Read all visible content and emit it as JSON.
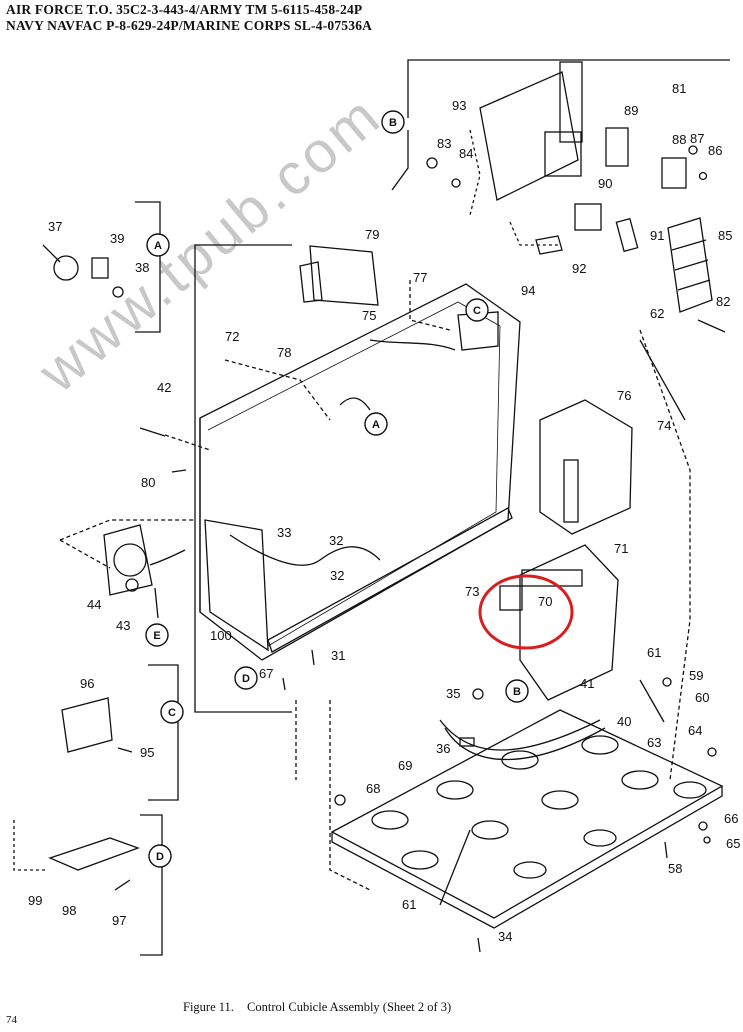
{
  "header": {
    "line1": "AIR FORCE T.O. 35C2-3-443-4/ARMY TM 5-6115-458-24P",
    "line2": "NAVY NAVFAC P-8-629-24P/MARINE CORPS SL-4-07536A"
  },
  "watermark": "www.tpub.com",
  "caption": {
    "figure": "Figure 11.",
    "title": "Control Cubicle Assembly (Sheet 2 of 3)"
  },
  "page_number": "74",
  "highlight_color": "#d81e1e",
  "callouts": [
    {
      "id": "c81",
      "label": "81"
    },
    {
      "id": "c93",
      "label": "93"
    },
    {
      "id": "c89",
      "label": "89"
    },
    {
      "id": "c88",
      "label": "88"
    },
    {
      "id": "c87",
      "label": "87"
    },
    {
      "id": "c86",
      "label": "86"
    },
    {
      "id": "c83",
      "label": "83"
    },
    {
      "id": "c84",
      "label": "84"
    },
    {
      "id": "c90",
      "label": "90"
    },
    {
      "id": "c91",
      "label": "91"
    },
    {
      "id": "c85",
      "label": "85"
    },
    {
      "id": "c92",
      "label": "92"
    },
    {
      "id": "c82",
      "label": "82"
    },
    {
      "id": "c37",
      "label": "37"
    },
    {
      "id": "c39",
      "label": "39"
    },
    {
      "id": "c38",
      "label": "38"
    },
    {
      "id": "c79",
      "label": "79"
    },
    {
      "id": "c77",
      "label": "77"
    },
    {
      "id": "c94",
      "label": "94"
    },
    {
      "id": "c75",
      "label": "75"
    },
    {
      "id": "c62",
      "label": "62"
    },
    {
      "id": "c72",
      "label": "72"
    },
    {
      "id": "c78",
      "label": "78"
    },
    {
      "id": "c42",
      "label": "42"
    },
    {
      "id": "c76",
      "label": "76"
    },
    {
      "id": "c74",
      "label": "74"
    },
    {
      "id": "c80",
      "label": "80"
    },
    {
      "id": "c33",
      "label": "33"
    },
    {
      "id": "c32a",
      "label": "32"
    },
    {
      "id": "c32b",
      "label": "32"
    },
    {
      "id": "c71",
      "label": "71"
    },
    {
      "id": "c73",
      "label": "73"
    },
    {
      "id": "c70",
      "label": "70"
    },
    {
      "id": "c44",
      "label": "44"
    },
    {
      "id": "c43",
      "label": "43"
    },
    {
      "id": "c100",
      "label": "100"
    },
    {
      "id": "c31",
      "label": "31"
    },
    {
      "id": "c67",
      "label": "67"
    },
    {
      "id": "c61a",
      "label": "61"
    },
    {
      "id": "c59",
      "label": "59"
    },
    {
      "id": "c60",
      "label": "60"
    },
    {
      "id": "c35",
      "label": "35"
    },
    {
      "id": "c41",
      "label": "41"
    },
    {
      "id": "c40",
      "label": "40"
    },
    {
      "id": "c96",
      "label": "96"
    },
    {
      "id": "c95",
      "label": "95"
    },
    {
      "id": "c36",
      "label": "36"
    },
    {
      "id": "c63",
      "label": "63"
    },
    {
      "id": "c64",
      "label": "64"
    },
    {
      "id": "c69",
      "label": "69"
    },
    {
      "id": "c68",
      "label": "68"
    },
    {
      "id": "c66",
      "label": "66"
    },
    {
      "id": "c65",
      "label": "65"
    },
    {
      "id": "c58",
      "label": "58"
    },
    {
      "id": "c99",
      "label": "99"
    },
    {
      "id": "c98",
      "label": "98"
    },
    {
      "id": "c97",
      "label": "97"
    },
    {
      "id": "c61b",
      "label": "61"
    },
    {
      "id": "c34",
      "label": "34"
    }
  ],
  "reference_bubbles": [
    {
      "id": "bB1",
      "label": "B"
    },
    {
      "id": "bA1",
      "label": "A"
    },
    {
      "id": "bC1",
      "label": "C"
    },
    {
      "id": "bA2",
      "label": "A"
    },
    {
      "id": "bE",
      "label": "E"
    },
    {
      "id": "bD1",
      "label": "D"
    },
    {
      "id": "bB2",
      "label": "B"
    },
    {
      "id": "bC2",
      "label": "C"
    },
    {
      "id": "bD2",
      "label": "D"
    }
  ]
}
